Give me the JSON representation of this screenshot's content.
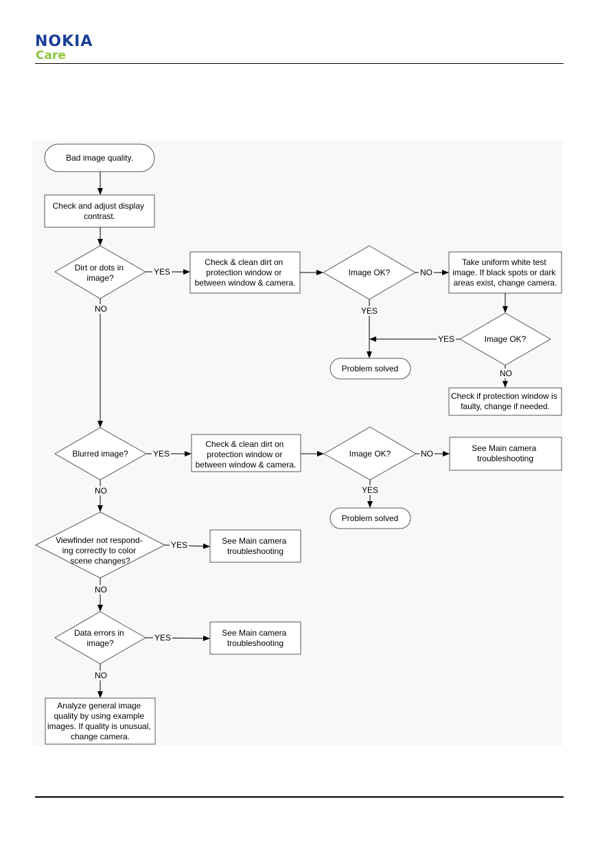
{
  "header": {
    "brand": "NOKIA",
    "sub_brand": "Care"
  },
  "flowchart": {
    "start": "Bad image quality.",
    "adjust": [
      "Check and adjust display",
      "contrast."
    ],
    "q_dirt": [
      "Dirt or dots in",
      "image?"
    ],
    "clean_1": [
      "Check & clean dirt on",
      "protection window or",
      "between window & camera."
    ],
    "ok_1": "Image OK?",
    "white_test": [
      "Take uniform white test",
      "image. If black spots or dark",
      "areas exist, change camera."
    ],
    "ok_2": "Image OK?",
    "solved_1": "Problem solved",
    "protection": [
      "Check if protection window is",
      "faulty, change if needed."
    ],
    "q_blur": "Blurred image?",
    "clean_2": [
      "Check & clean dirt on",
      "protection window or",
      "between window & camera."
    ],
    "ok_3": "Image OK?",
    "see_main_1": [
      "See Main camera",
      "troubleshooting"
    ],
    "solved_2": "Problem solved",
    "q_view": [
      "Viewfinder not respond-",
      "ing correctly to color",
      "scene changes?"
    ],
    "see_main_2": [
      "See Main camera",
      "troubleshooting"
    ],
    "q_data": [
      "Data errors in",
      "image?"
    ],
    "see_main_3": [
      "See Main camera",
      "troubleshooting"
    ],
    "analyze": [
      "Analyze general image",
      "quality by using example",
      "images. If quality is unusual,",
      "change camera."
    ],
    "yes": "YES",
    "no": "NO"
  }
}
